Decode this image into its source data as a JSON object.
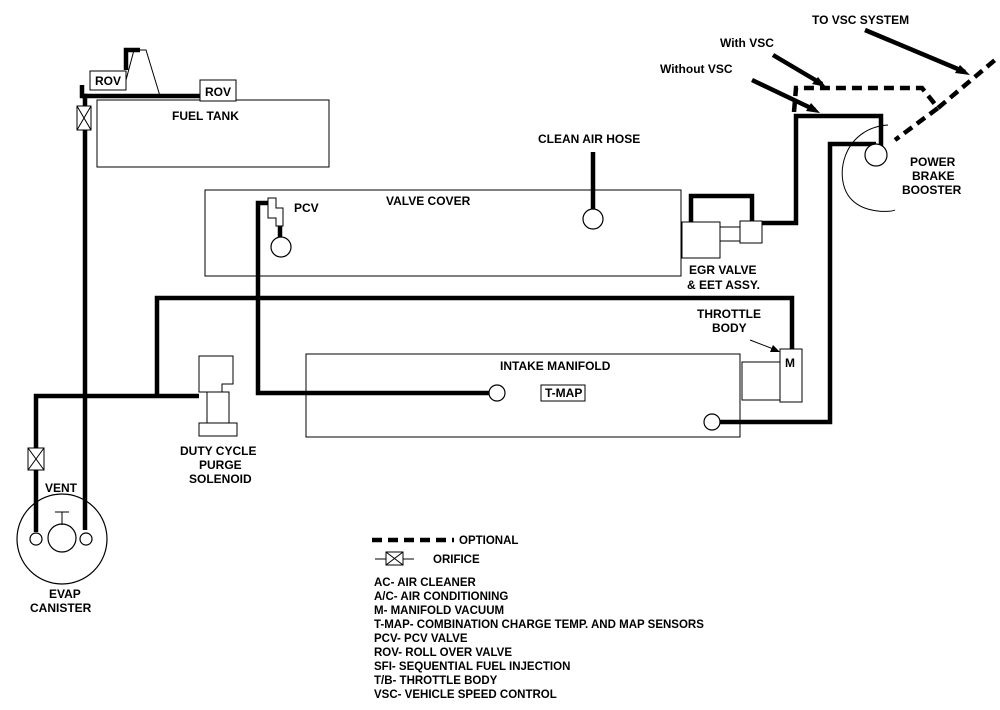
{
  "labels": {
    "to_vsc_system": "TO VSC SYSTEM",
    "with_vsc": "With VSC",
    "without_vsc": "Without VSC",
    "rov_left": "ROV",
    "rov_right": "ROV",
    "fuel_tank": "FUEL TANK",
    "clean_air_hose": "CLEAN AIR HOSE",
    "power_brake_booster_1": "POWER",
    "power_brake_booster_2": "BRAKE",
    "power_brake_booster_3": "BOOSTER",
    "valve_cover": "VALVE COVER",
    "pcv": "PCV",
    "egr_1": "EGR VALVE",
    "egr_2": "& EET ASSY.",
    "throttle_body_1": "THROTTLE",
    "throttle_body_2": "BODY",
    "m": "M",
    "intake_manifold": "INTAKE MANIFOLD",
    "t_map": "T-MAP",
    "duty_cycle_1": "DUTY CYCLE",
    "duty_cycle_2": "PURGE",
    "duty_cycle_3": "SOLENOID",
    "vent": "VENT",
    "evap_1": "EVAP",
    "evap_2": "CANISTER"
  },
  "legend": {
    "optional": "OPTIONAL",
    "orifice": "ORIFICE",
    "abbreviations": [
      "AC- AIR CLEANER",
      "A/C- AIR CONDITIONING",
      "M- MANIFOLD VACUUM",
      "T-MAP- COMBINATION CHARGE TEMP. AND  MAP SENSORS",
      "PCV- PCV VALVE",
      "ROV- ROLL OVER VALVE",
      "SFI- SEQUENTIAL FUEL INJECTION",
      "T/B- THROTTLE BODY",
      "VSC- VEHICLE SPEED CONTROL"
    ]
  }
}
